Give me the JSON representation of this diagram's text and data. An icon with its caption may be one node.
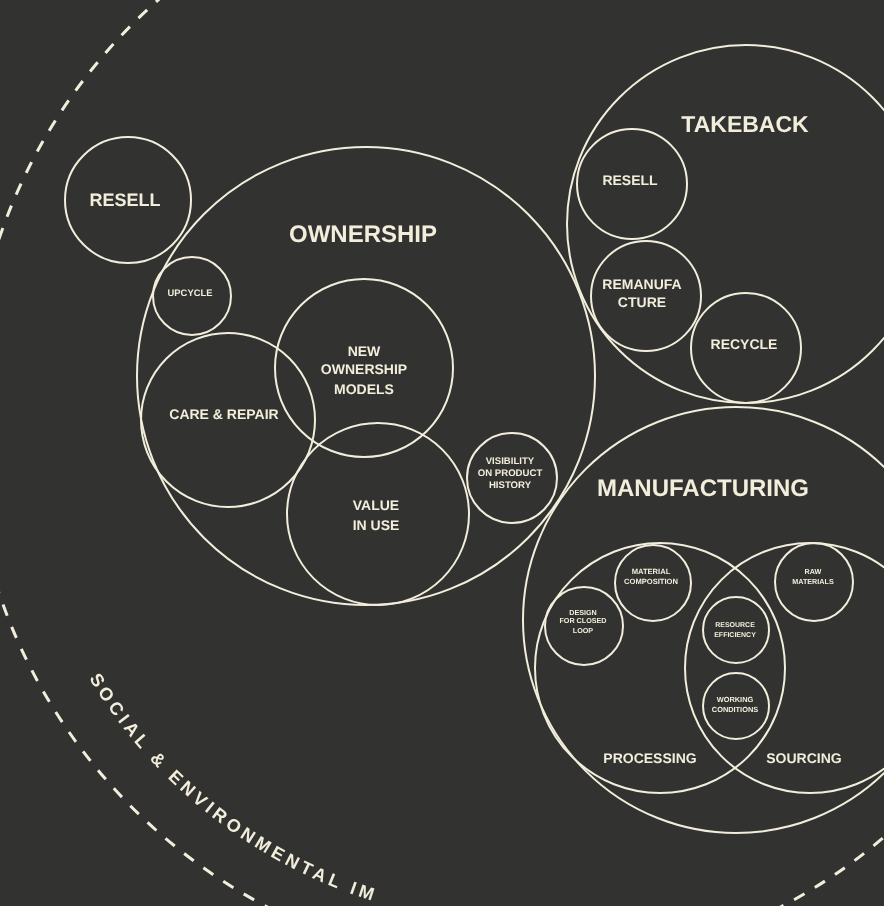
{
  "diagram": {
    "nodes": [
      {
        "text": [
          "SOCIAL & ENVIRONMENTAL IM"
        ]
      },
      {
        "text": [
          "RESELL"
        ],
        "in": 0
      },
      {
        "text": [
          "OWNERSHIP"
        ],
        "in": 0
      },
      {
        "text": [
          "UPCYCLE"
        ],
        "in": 2
      },
      {
        "text": [
          "NEW OWNERSHIP MODELS"
        ],
        "in": 2
      },
      {
        "text": [
          "CARE & REPAIR"
        ],
        "in": 2
      },
      {
        "text": [
          "VISIBILITY ON PRODUCT HISTORY"
        ],
        "in": 2
      },
      {
        "text": [
          "VALUE IN USE"
        ],
        "in": 2
      },
      {
        "text": [
          "TAKEBACK"
        ],
        "in": 0
      },
      {
        "text": [
          "RESELL"
        ],
        "in": 8
      },
      {
        "text": [
          "REMANUFA CTURE"
        ],
        "in": 8
      },
      {
        "text": [
          "RECYCLE"
        ],
        "in": 8
      },
      {
        "text": [
          "MANUFACTURING"
        ],
        "in": 0
      },
      {
        "text": [
          "PROCESSING"
        ],
        "in": 12
      },
      {
        "text": [
          "SOURCING"
        ],
        "in": 12
      },
      {
        "text": [
          "MATERIAL COMPOSITION"
        ],
        "in": 13
      },
      {
        "text": [
          "DESIGN FOR CLOSED LOOP"
        ],
        "in": 13
      },
      {
        "text": [
          "RAW MATERIALS"
        ],
        "in": 14
      },
      {
        "text": [
          "RESOURCE EFFICIENCY"
        ]
      },
      {
        "text": [
          "WORKING CONDITIONS"
        ]
      }
    ]
  }
}
